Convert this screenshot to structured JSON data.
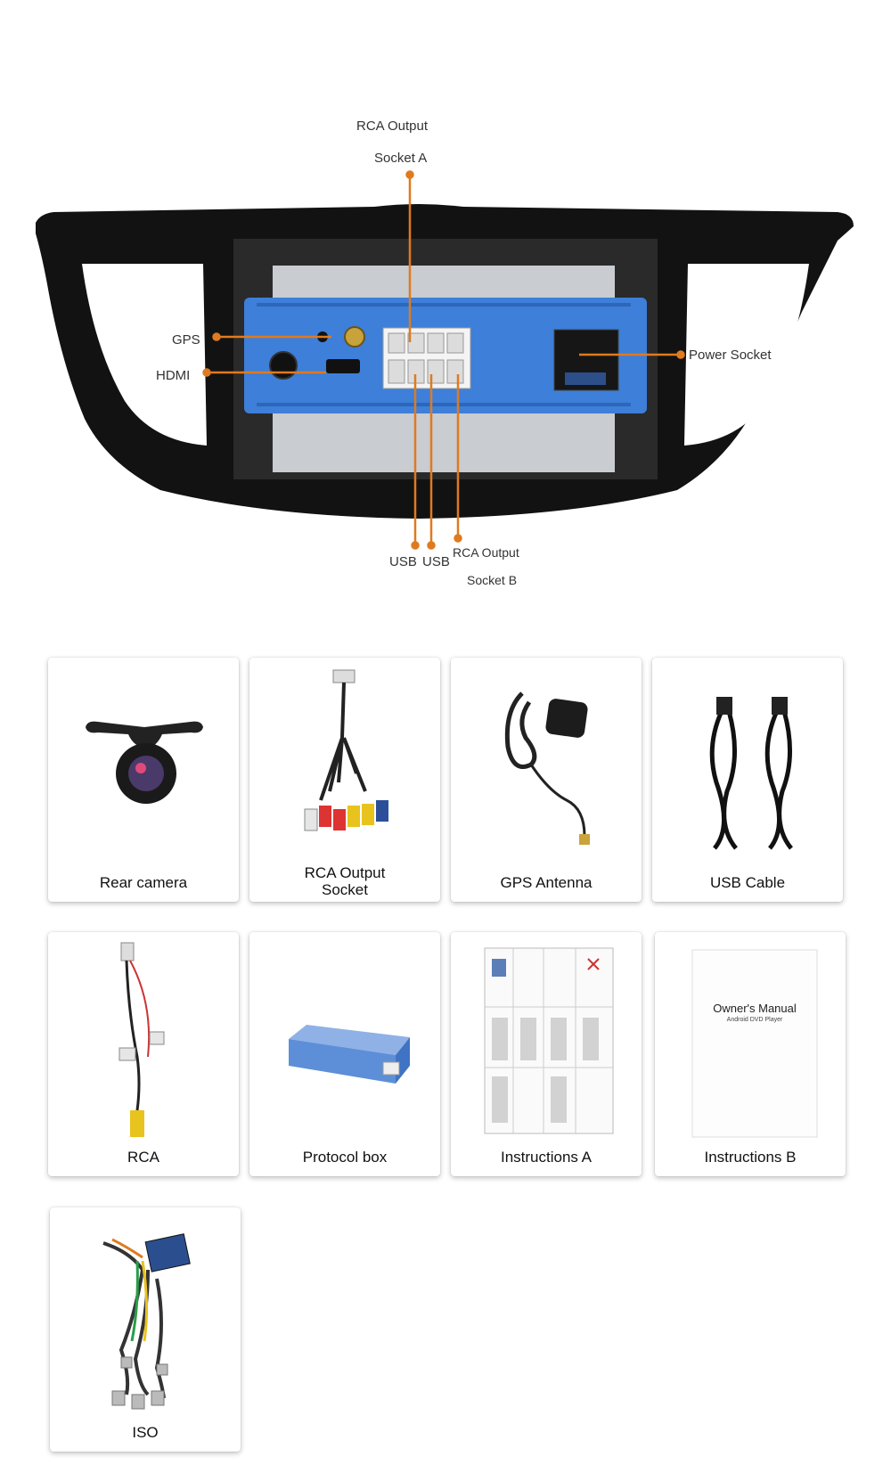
{
  "diagram": {
    "callouts": {
      "rca_a_line1": "RCA Output",
      "rca_a_line2": "Socket A",
      "gps": "GPS",
      "hdmi": "HDMI",
      "power": "Power Socket",
      "usb1": "USB",
      "usb2": "USB",
      "rca_b_line1": "RCA Output",
      "rca_b_line2": "Socket B"
    },
    "colors": {
      "callout_line": "#e07a1f",
      "unit_blue": "#3d7fd9",
      "frame": "#111111"
    }
  },
  "accessories": [
    {
      "label_line1": "Rear camera",
      "label_line2": "",
      "icon": "rear-camera-icon"
    },
    {
      "label_line1": "RCA Output",
      "label_line2": "Socket",
      "icon": "rca-cable-icon"
    },
    {
      "label_line1": "GPS Antenna",
      "label_line2": "",
      "icon": "gps-antenna-icon"
    },
    {
      "label_line1": "USB Cable",
      "label_line2": "",
      "icon": "usb-cable-icon"
    },
    {
      "label_line1": "RCA",
      "label_line2": "",
      "icon": "rca-connector-icon"
    },
    {
      "label_line1": "Protocol box",
      "label_line2": "",
      "icon": "protocol-box-icon"
    },
    {
      "label_line1": "Instructions A",
      "label_line2": "",
      "icon": "instruction-sheet-icon"
    },
    {
      "label_line1": "Instructions B",
      "label_line2": "",
      "icon": "owners-manual-icon",
      "manual_title": "Owner's Manual",
      "manual_subtitle": "Android DVD Player"
    },
    {
      "label_line1": "ISO",
      "label_line2": "",
      "icon": "iso-harness-icon"
    }
  ]
}
